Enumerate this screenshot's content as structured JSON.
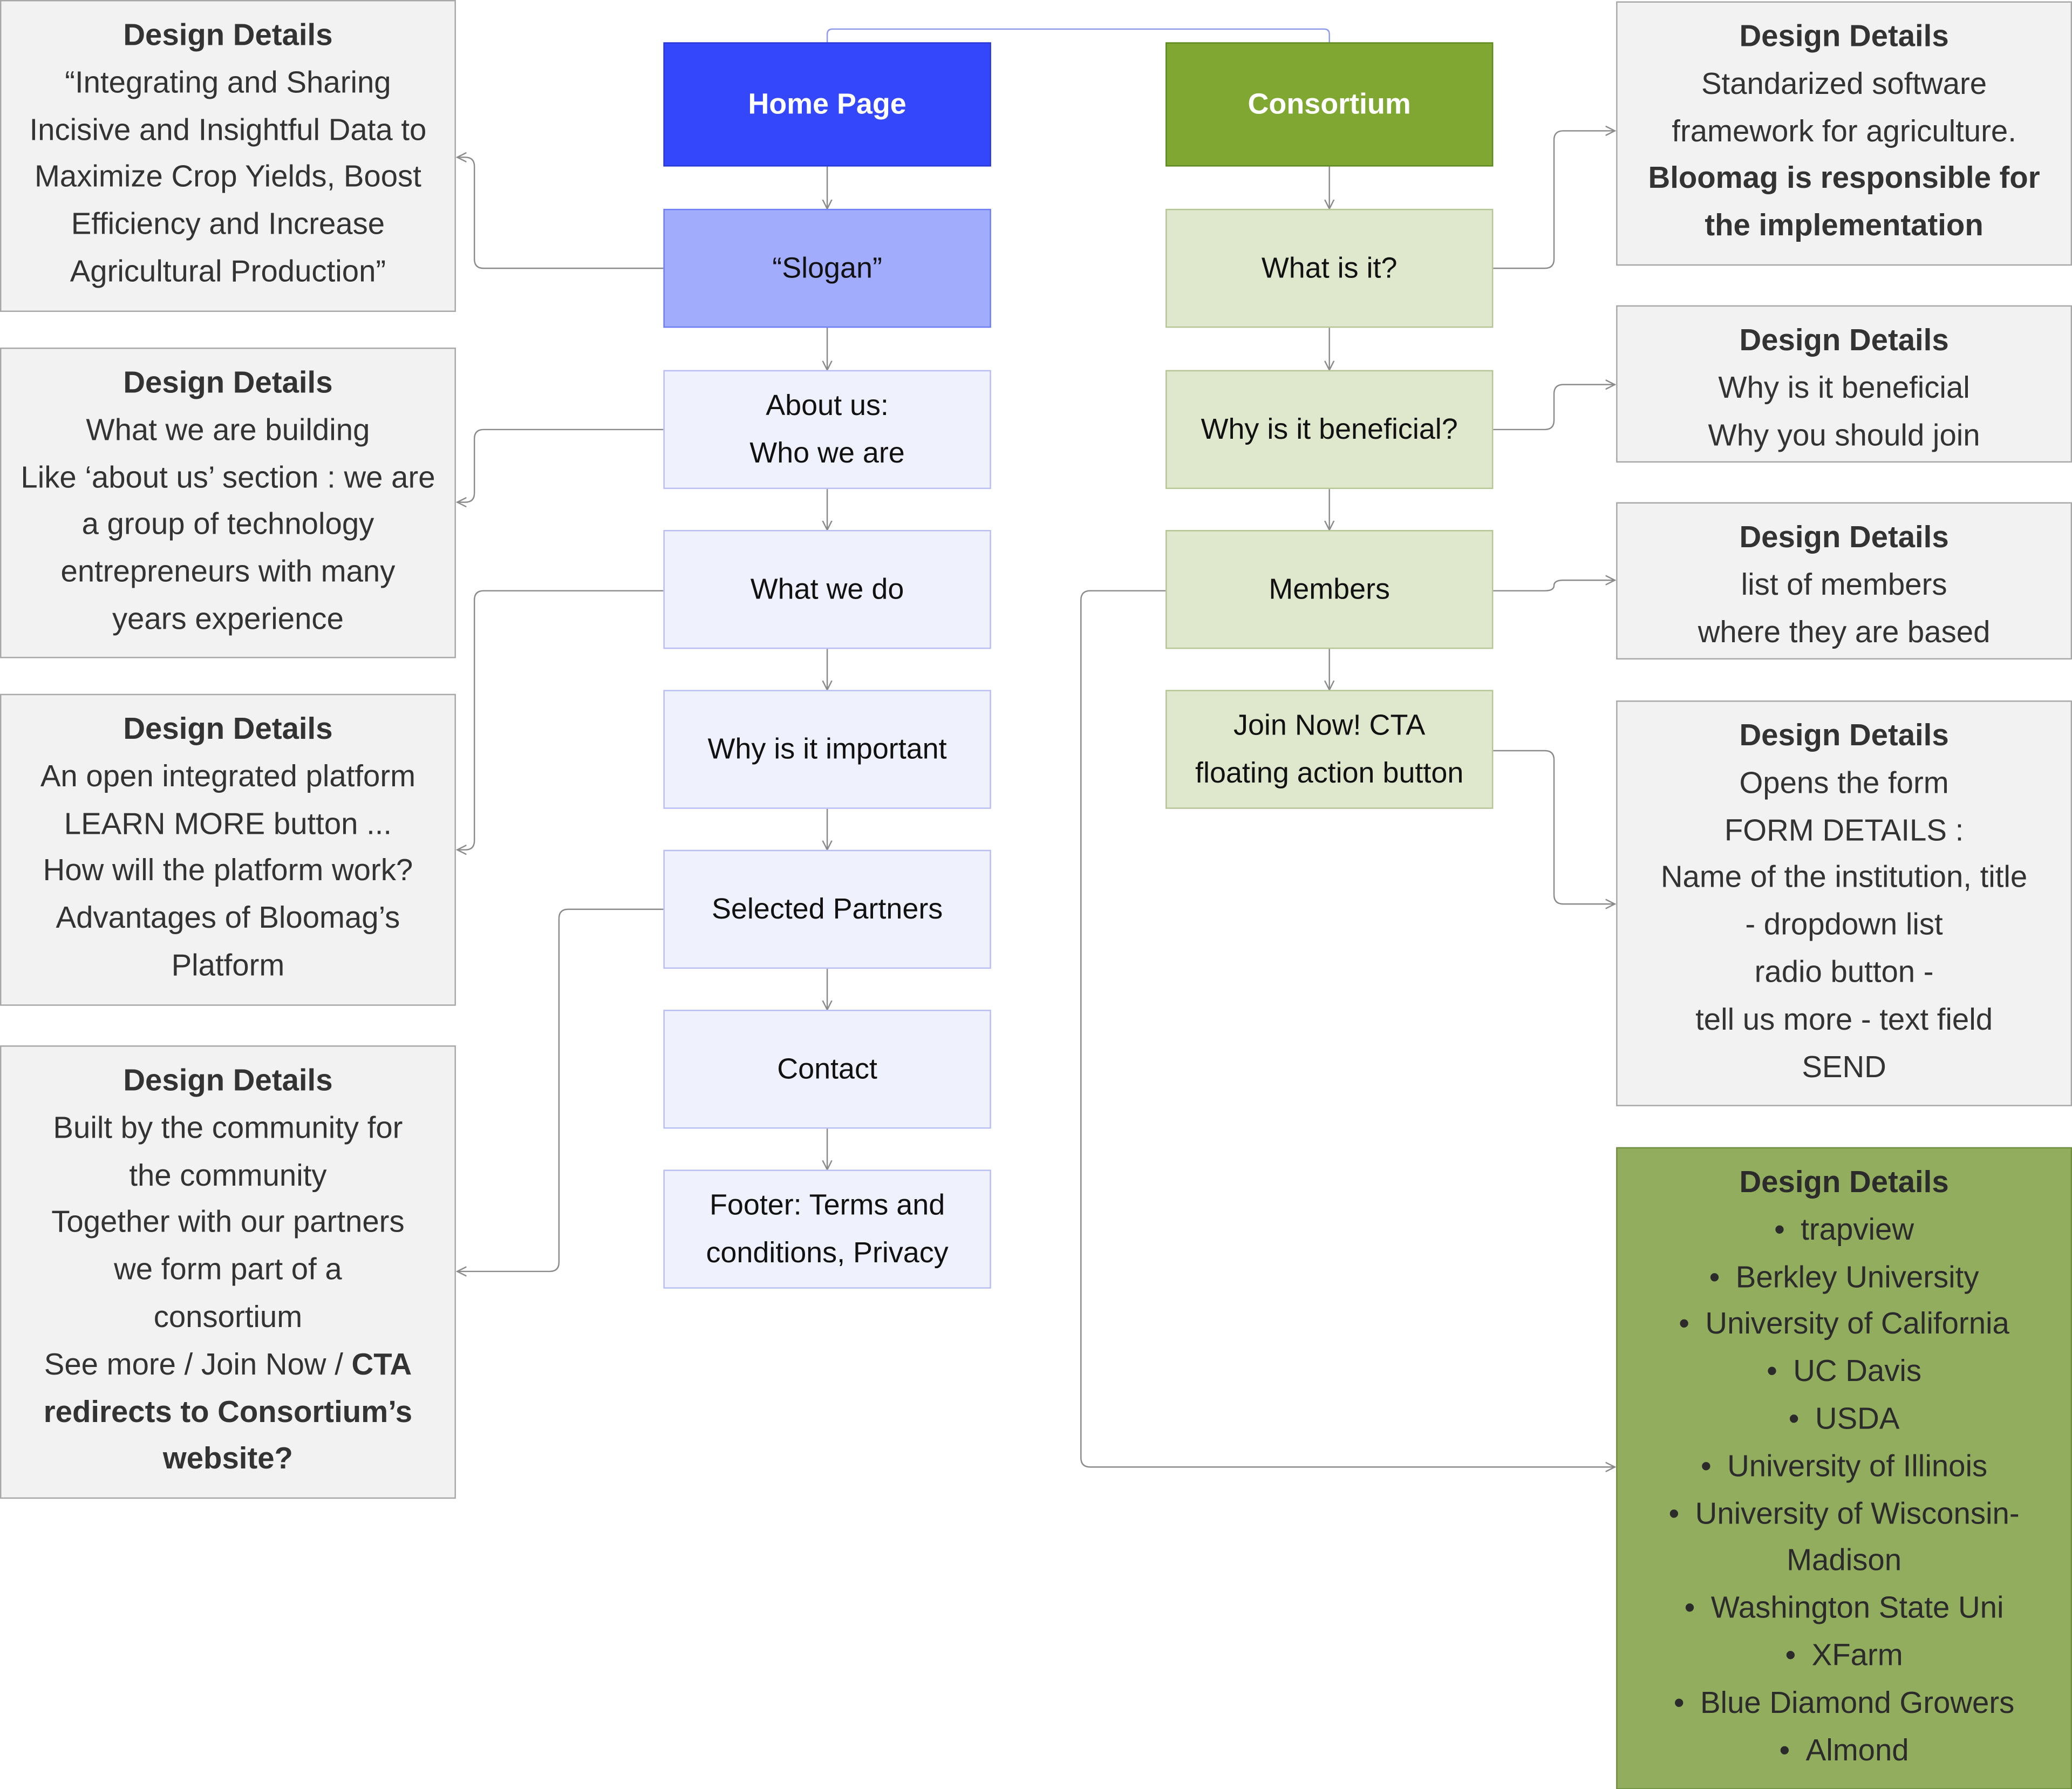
{
  "home": {
    "root": "Home Page",
    "slogan": "“Slogan”",
    "about": [
      "About us:",
      "Who we are"
    ],
    "what": "What we do",
    "why": "Why is it important",
    "partners": "Selected Partners",
    "contact": "Contact",
    "footer": [
      "Footer: Terms and",
      "conditions, Privacy"
    ]
  },
  "consortium": {
    "root": "Consortium",
    "what": "What is it?",
    "beneficial": "Why is it beneficial?",
    "members": "Members",
    "join": [
      "Join Now! CTA",
      "floating action button"
    ]
  },
  "details_title": "Design Details",
  "left_details": {
    "d1": [
      "“Integrating and Sharing",
      "Incisive and Insightful Data to",
      "Maximize Crop Yields, Boost",
      "Efficiency and Increase",
      "Agricultural Production”"
    ],
    "d2": [
      "What we are building",
      "Like ‘about us’ section : we are",
      "a group of technology",
      "entrepreneurs with many",
      "years experience"
    ],
    "d3": [
      "An open integrated platform",
      "LEARN MORE button ...",
      "How will the platform work?",
      "Advantages of Bloomag’s",
      "Platform"
    ],
    "d4": [
      "Built by the community for",
      "the community",
      "Together with our partners",
      "we form part of a",
      "consortium"
    ],
    "d4_last_a": "See more / Join Now / ",
    "d4_last_b": "CTA",
    "d4_bold": [
      "redirects to Consortium’s",
      "website?"
    ]
  },
  "right_details": {
    "d1": [
      "Standarized software",
      "framework for agriculture."
    ],
    "d1_bold": [
      "Bloomag is responsible for",
      "the implementation"
    ],
    "d2": [
      "Why is it beneficial",
      "Why you should join"
    ],
    "d3": [
      "list of members",
      "where they are based"
    ],
    "d4": [
      "Opens the form",
      "FORM DETAILS :",
      "Name of the institution, title",
      "- dropdown list",
      "radio button -",
      "tell us more - text field",
      "SEND"
    ],
    "members_list": [
      "trapview",
      "Berkley University",
      "University of California",
      "UC Davis",
      "USDA",
      "University of Illinois",
      "University of Wisconsin-",
      "Washington State Uni",
      "XFarm",
      "Blue Diamond Growers",
      "Almond"
    ],
    "members_list_wrap": "Madison"
  },
  "colors": {
    "home_root": "#3547fb",
    "home_slogan": "#a2acfd",
    "home_node": "#eff1fd",
    "cons_root": "#7fa731",
    "cons_node": "#dfe8cc",
    "detail": "#f2f2f2",
    "detail_green": "#92ad5d"
  }
}
